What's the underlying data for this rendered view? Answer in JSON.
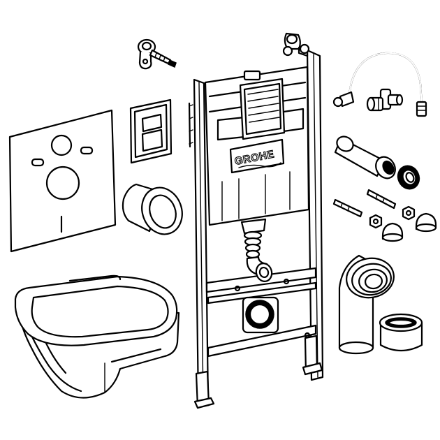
{
  "brand": {
    "logo_text": "GROHE"
  },
  "colors": {
    "line": "#000000",
    "background": "#ffffff"
  },
  "components": [
    "sound-insulation-mat",
    "flush-plate",
    "wall-fixing-bracket",
    "connection-sleeve",
    "installation-frame",
    "concealed-cistern",
    "flexible-water-hose",
    "angle-valve",
    "pan-connector-pipe",
    "seals",
    "fixing-bolts",
    "bolt-nuts",
    "bend-outlet-pipe",
    "pipe-end-cap",
    "wall-hung-wc-pan",
    "toilet-seat"
  ]
}
